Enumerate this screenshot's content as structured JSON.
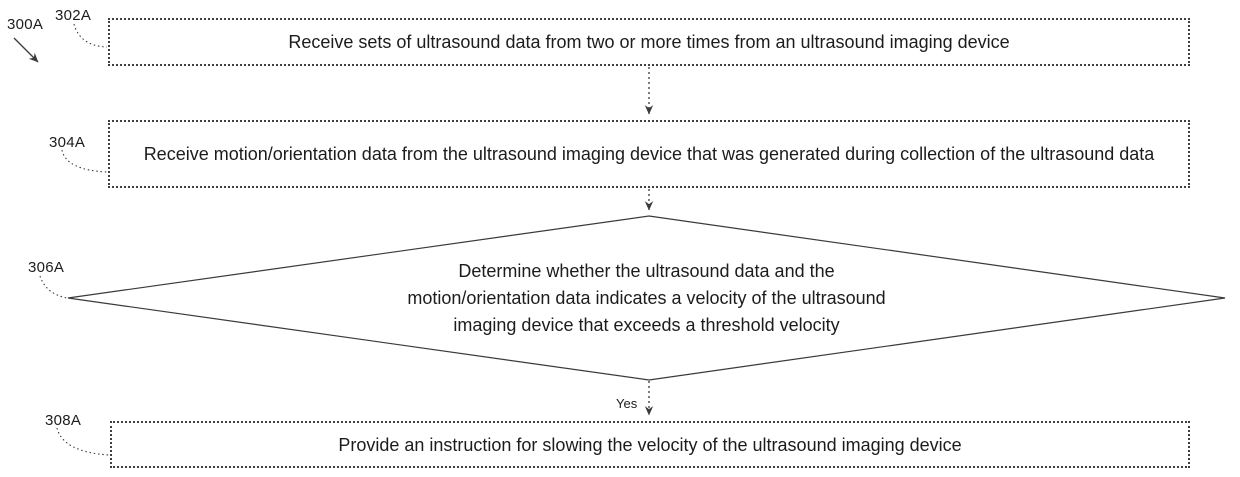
{
  "figure": {
    "label": "300A",
    "type": "flowchart"
  },
  "nodes": [
    {
      "ref": "302A",
      "type": "process",
      "text": "Receive sets of ultrasound data from two or more times from an ultrasound imaging device"
    },
    {
      "ref": "304A",
      "type": "process",
      "text": "Receive motion/orientation data from the ultrasound imaging device that was generated during collection of the ultrasound data"
    },
    {
      "ref": "306A",
      "type": "decision",
      "text": "Determine whether the ultrasound data and the motion/orientation data indicates a velocity of the ultrasound imaging device that exceeds a threshold velocity"
    },
    {
      "ref": "308A",
      "type": "process",
      "text": "Provide an instruction for slowing the velocity of the ultrasound imaging device"
    }
  ],
  "edges": [
    {
      "from": "302A",
      "to": "304A",
      "label": ""
    },
    {
      "from": "304A",
      "to": "306A",
      "label": ""
    },
    {
      "from": "306A",
      "to": "308A",
      "label": "Yes"
    }
  ],
  "colors": {
    "line": "#3a3a3a",
    "text": "#1c1c1c",
    "background": "#ffffff"
  }
}
